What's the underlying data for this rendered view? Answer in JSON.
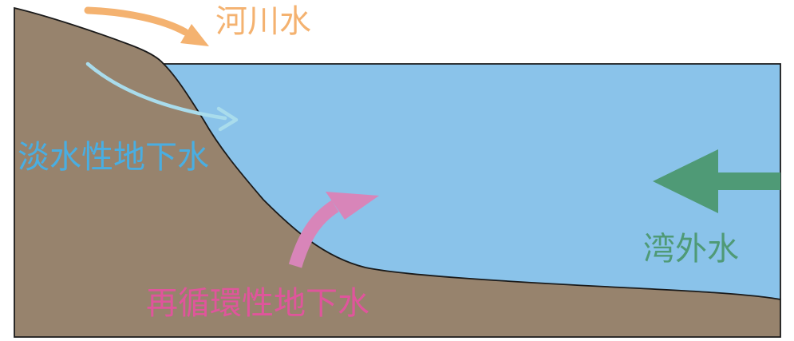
{
  "labels": {
    "river_water": "河川水",
    "fresh_groundwater": "淡水性地下水",
    "recirculated_groundwater": "再循環性地下水",
    "offshore_water": "湾外水"
  },
  "colors": {
    "land": "#97836d",
    "water": "#8ac3ea",
    "outline": "#1a1a1a",
    "river_water": "#f4b270",
    "fresh_groundwater_arrow": "#a9dcec",
    "fresh_groundwater_text": "#49aee2",
    "recirculated_groundwater": "#d885b9",
    "recirculated_groundwater_text": "#e0559c",
    "offshore_water": "#4f9a76"
  },
  "icons": {
    "river_water": "curved-arrow",
    "fresh_groundwater": "curved-arrow",
    "recirculated_groundwater": "curved-arrow",
    "offshore_water": "left-arrow"
  }
}
